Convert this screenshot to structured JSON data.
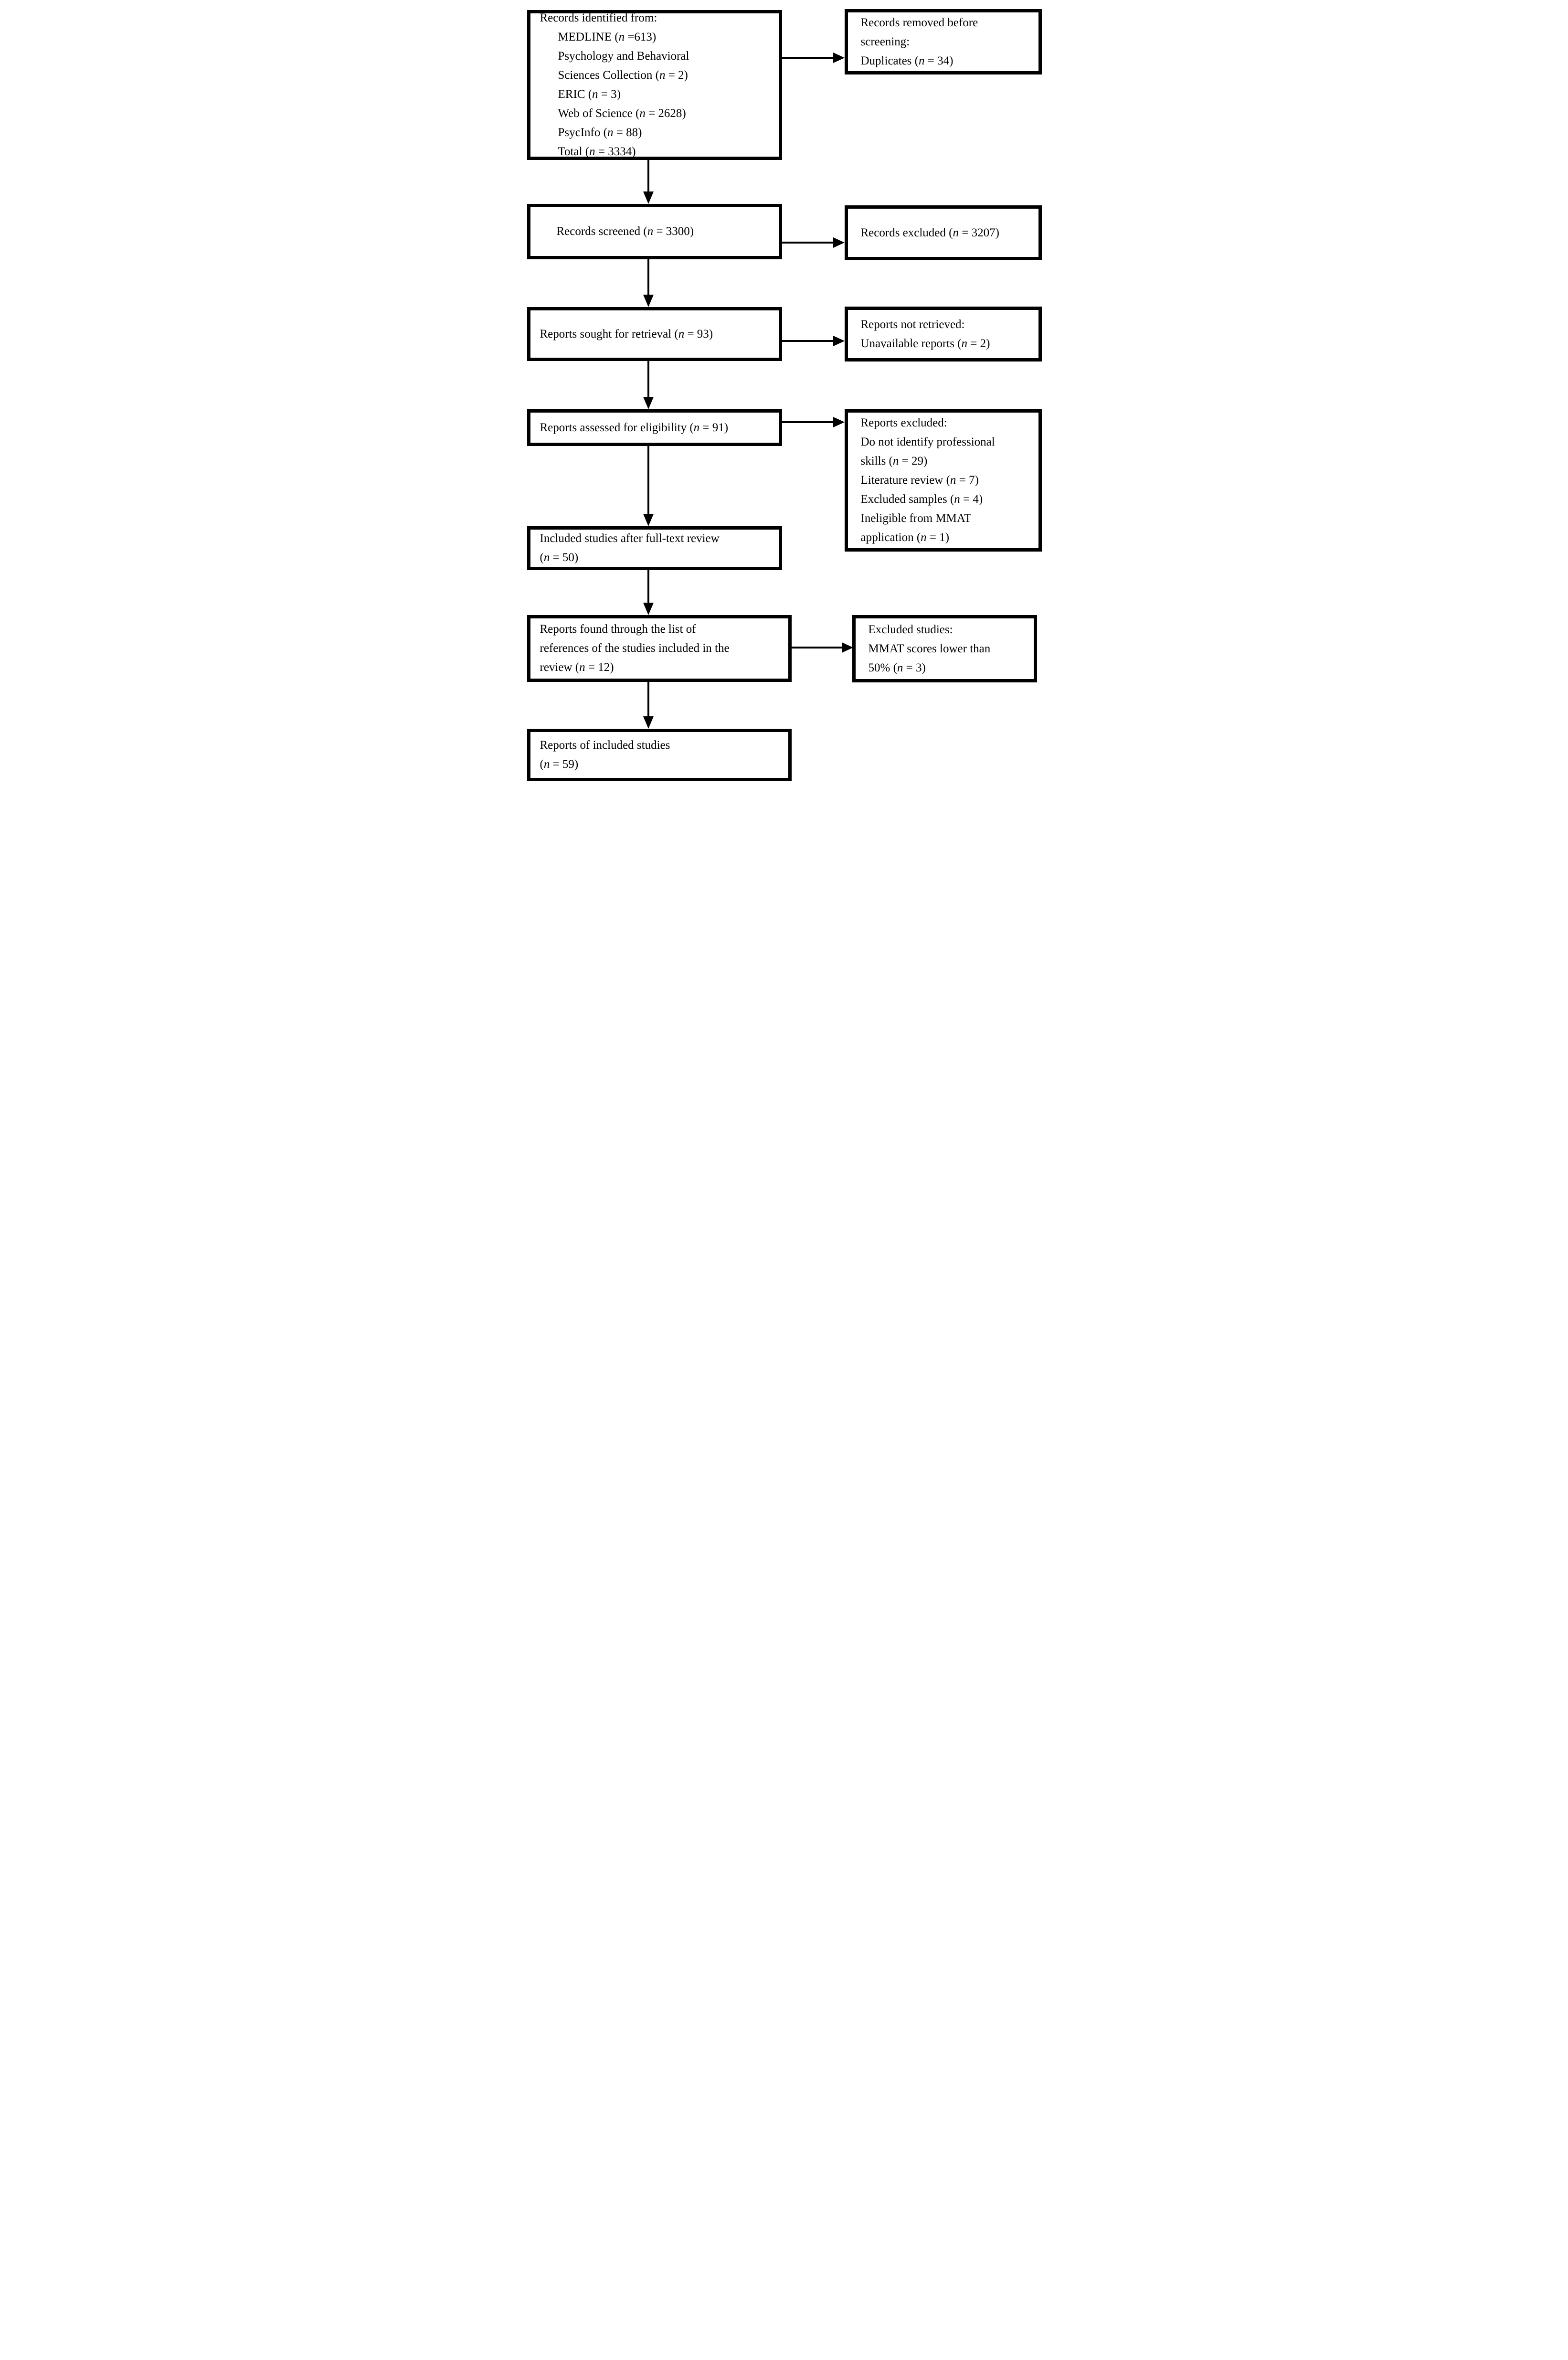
{
  "title": "PRISMA flow diagram",
  "colors": {
    "box_border": "#000000",
    "background": "#ffffff",
    "text": "#000000"
  },
  "boxes": {
    "identification": {
      "intro": "Records identified from:",
      "sources": [
        "MEDLINE (n =613)",
        "Psychology and Behavioral",
        "Sciences Collection (n = 2)",
        "ERIC (n = 3)",
        "Web of Science (n = 2628)",
        "PsycInfo (n = 88)",
        "Total (n = 3334)"
      ]
    },
    "removed": {
      "lines": [
        "Records removed before",
        "screening:",
        "Duplicates (n = 34)"
      ]
    },
    "screened": {
      "lines": [
        "Records screened (n = 3300)"
      ]
    },
    "records_excluded": {
      "lines": [
        "Records excluded (n = 3207)"
      ]
    },
    "sought": {
      "lines": [
        "Reports sought for retrieval (n = 93)"
      ]
    },
    "not_retrieved": {
      "lines": [
        "Reports not retrieved:",
        "Unavailable reports (n = 2)"
      ]
    },
    "assessed": {
      "lines": [
        "Reports assessed for eligibility (n = 91)"
      ]
    },
    "reports_excluded": {
      "lines": [
        "Reports excluded:",
        "Do not identify professional",
        "skills (n = 29)",
        "Literature review (n = 7)",
        "Excluded samples (n = 4)",
        "Ineligible from MMAT",
        "application (n = 1)"
      ]
    },
    "included_fulltext": {
      "lines": [
        "Included studies after full-text review",
        "(n = 50)"
      ]
    },
    "references": {
      "lines": [
        "Reports found through the list of",
        "references of the studies included in the",
        "review (n = 12)"
      ]
    },
    "excluded_studies": {
      "lines": [
        "Excluded studies:",
        "MMAT scores lower than",
        "50% (n = 3)"
      ]
    },
    "included_reports": {
      "lines": [
        "Reports of included studies",
        "(n = 59)"
      ]
    }
  }
}
